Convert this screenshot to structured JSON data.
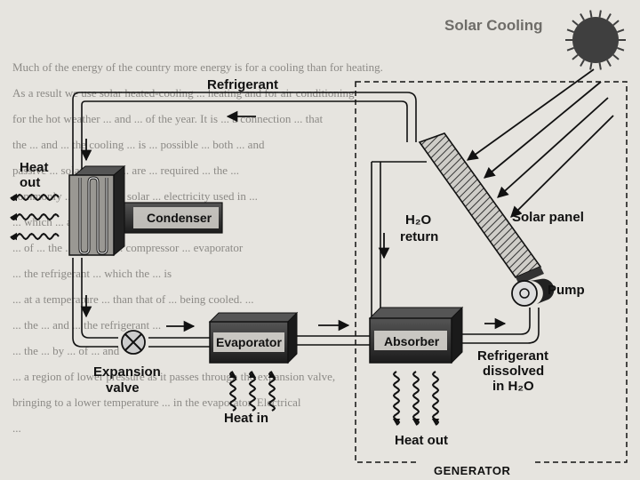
{
  "heading": "Solar Cooling",
  "background_text": [
    "Much of the energy of the country more energy is for a cooling than for heating.",
    "As a result we use solar heated-cooling ... heating and for air conditioning",
    "for the hot weather ... and ... of the year. It is ... a connection ... that",
    "the ... and ... the cooling ... is ... possible ... both ... and",
    "passive ... solar energy ... are ... required ... the ...",
    "commonly ... the ... is ... solar ... electricity used in ...",
    "... which ... and ... absorption ... cooling ...",
    "... of ... the ... cooling ... compressor ... evaporator",
    "... the refrigerant ... which the ... is",
    "... at a temperature ... than that of ... being cooled. ...",
    "... the ... and ... the refrigerant ...",
    "... the ... by ... of ... and",
    "... a region of lower pressure as it passes through the expansion valve,",
    "bringing to a lower temperature ... in the evaporator. Electrical",
    "..."
  ],
  "labels": {
    "refrigerant": "Refrigerant",
    "heat_out_top_line1": "Heat",
    "heat_out_top_line2": "out",
    "condenser": "Condenser",
    "h2o_return_line1": "H₂O",
    "h2o_return_line2": "return",
    "solar_panel": "Solar panel",
    "pump": "Pump",
    "expansion_valve_line1": "Expansion",
    "expansion_valve_line2": "valve",
    "evaporator": "Evaporator",
    "absorber": "Absorber",
    "refrigerant_dissolved_line1": "Refrigerant",
    "refrigerant_dissolved_line2": "dissolved",
    "refrigerant_dissolved_line3": "in H₂O",
    "heat_in": "Heat in",
    "heat_out_bottom": "Heat out",
    "generator": "GENERATOR"
  },
  "colors": {
    "background": "#e6e4df",
    "line": "#111111",
    "box_face": "#2e2e2e",
    "box_label_bg": "#d8d6d0",
    "sun": "#444444"
  },
  "icons": [
    "sun-icon",
    "pump-icon",
    "expansion-valve-icon",
    "wavy-heat-arrow-icon"
  ]
}
